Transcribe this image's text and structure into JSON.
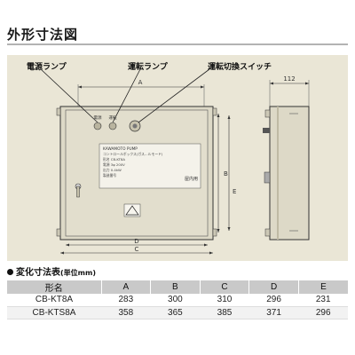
{
  "header": {
    "title": "外形寸法図"
  },
  "diagram": {
    "callouts": {
      "power_lamp": "電源ランプ",
      "run_lamp": "運転ランプ",
      "run_switch": "運転切換スイッチ"
    },
    "dimensions": {
      "A": "A",
      "B": "B",
      "C": "C",
      "D": "D",
      "E": "E",
      "depth": "112"
    },
    "panel_text": {
      "name_plate_head": "KAWAMOTO PUMP",
      "line1": "コントロールボックス(ガス…ルモード)",
      "line2": "形名 CB-KT8A",
      "line3": "電源 3φ 200V",
      "line4": "出力 0.4kW",
      "line5": "製造番号",
      "indoor": "屋内用",
      "lamp_power": "電源",
      "lamp_run": "運転"
    }
  },
  "spec_table": {
    "title": "変化寸法表",
    "unit": "(単位mm)",
    "headers": [
      "形名",
      "A",
      "B",
      "C",
      "D",
      "E"
    ],
    "rows": [
      [
        "CB-KT8A",
        "283",
        "300",
        "310",
        "296",
        "231"
      ],
      [
        "CB-KTS8A",
        "358",
        "365",
        "385",
        "371",
        "296"
      ]
    ]
  }
}
